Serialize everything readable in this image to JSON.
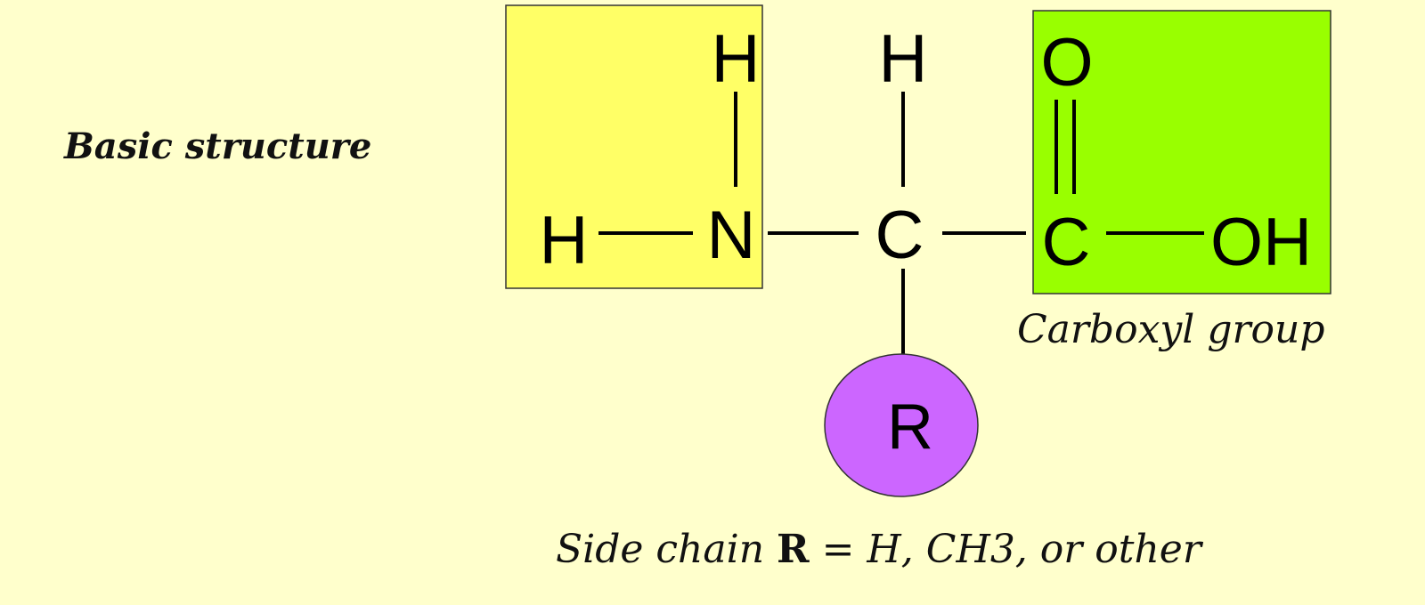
{
  "caption": {
    "basic_structure": "Basic structure",
    "carboxyl_group": "Carboxyl group",
    "side_chain_prefix": "Side chain ",
    "side_chain_symbol": "R",
    "side_chain_suffix": " = H, CH3, or other"
  },
  "atoms": {
    "amino_h_top": "H",
    "amino_h_left": "H",
    "amino_n": "N",
    "alpha_h": "H",
    "alpha_c": "C",
    "carboxyl_o": "O",
    "carboxyl_c": "C",
    "carboxyl_oh": "OH",
    "side_chain_r": "R"
  },
  "colors": {
    "background": "#ffffcc",
    "amino_group_box": "#ffff66",
    "carboxyl_group_box": "#99ff00",
    "side_chain_circle": "#cc66ff"
  }
}
